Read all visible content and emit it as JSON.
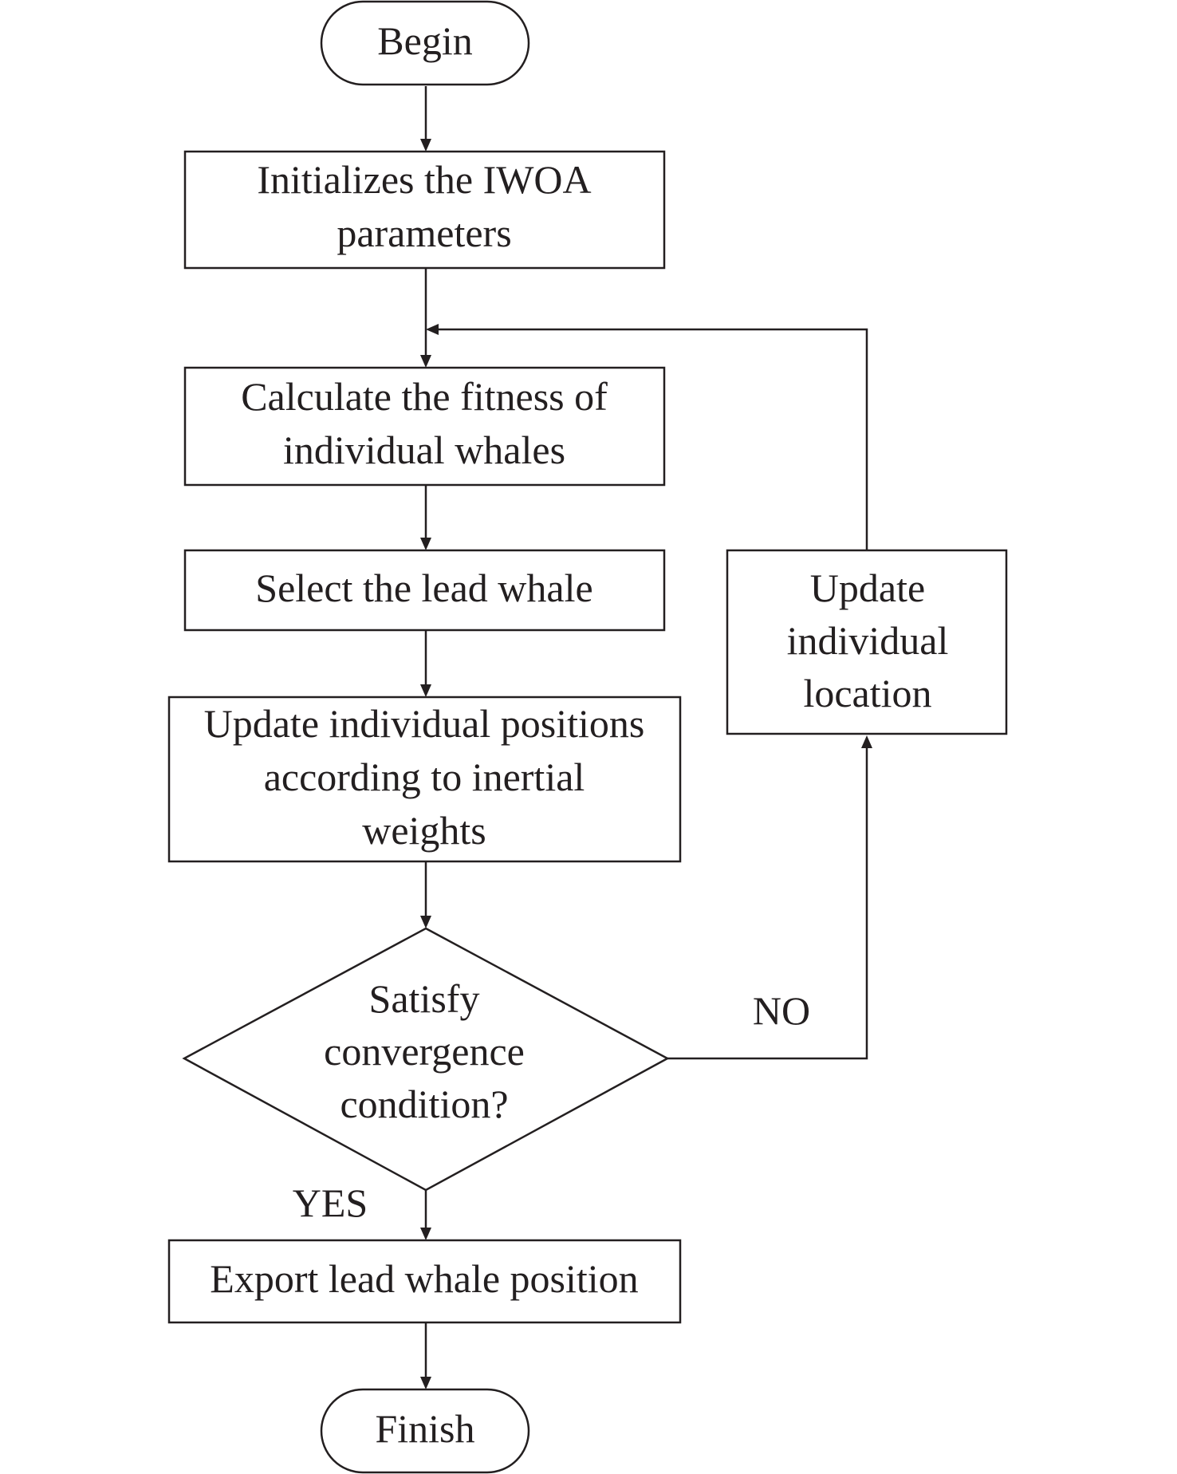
{
  "diagram": {
    "nodes": {
      "begin": {
        "lines": [
          "Begin"
        ]
      },
      "init": {
        "lines": [
          "Initializes the IWOA",
          "parameters"
        ]
      },
      "fitness": {
        "lines": [
          "Calculate the fitness of",
          "individual whales"
        ]
      },
      "select": {
        "lines": [
          "Select the lead whale"
        ]
      },
      "update_weights": {
        "lines": [
          "Update individual positions",
          "according to inertial",
          "weights"
        ]
      },
      "decision": {
        "lines": [
          "Satisfy",
          "convergence",
          "condition?"
        ]
      },
      "update_location": {
        "lines": [
          "Update",
          "individual",
          "location"
        ]
      },
      "export": {
        "lines": [
          "Export lead whale position"
        ]
      },
      "finish": {
        "lines": [
          "Finish"
        ]
      }
    },
    "edge_labels": {
      "no": "NO",
      "yes": "YES"
    },
    "colors": {
      "stroke": "#231f20",
      "text": "#231f20",
      "background": "#ffffff"
    }
  }
}
